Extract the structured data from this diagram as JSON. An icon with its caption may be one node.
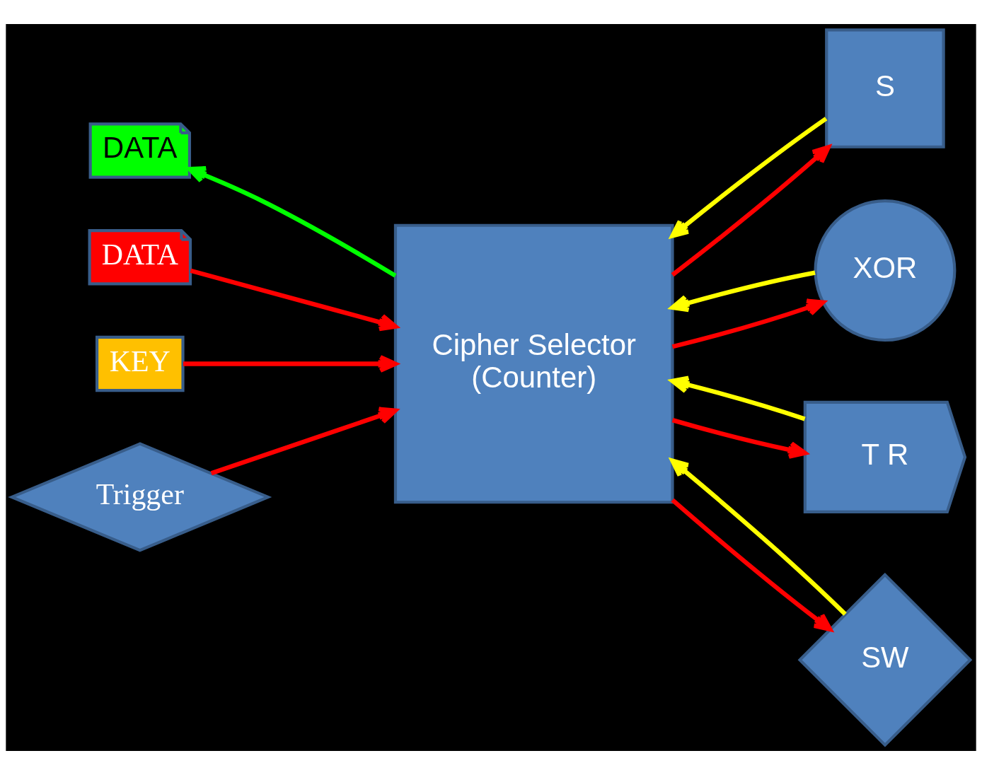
{
  "diagram": {
    "nodes": [
      {
        "text": [
          "DATA"
        ]
      },
      {
        "text": [
          "Cipher Selector",
          "(Counter)"
        ]
      },
      {
        "text": [
          "S"
        ]
      },
      {
        "text": [
          "XOR"
        ]
      },
      {
        "text": [
          "T R"
        ]
      },
      {
        "text": [
          "SW"
        ]
      },
      {
        "text": [
          "DATA"
        ]
      },
      {
        "text": [
          "KEY"
        ]
      },
      {
        "text": [
          "Trigger"
        ]
      }
    ],
    "edges": [
      {
        "from": 1,
        "to": 0,
        "arrow": "to",
        "color": "#00ff00"
      },
      {
        "from": 6,
        "to": 1,
        "arrow": "to"
      },
      {
        "from": 7,
        "to": 1,
        "arrow": "to"
      },
      {
        "from": 8,
        "to": 1,
        "arrow": "to"
      },
      {
        "from": 1,
        "to": 2,
        "arrow": "to"
      },
      {
        "from": 1,
        "to": 3,
        "arrow": "to"
      },
      {
        "from": 1,
        "to": 4,
        "arrow": "to"
      },
      {
        "from": 1,
        "to": 5,
        "arrow": "to"
      },
      {
        "from": 2,
        "to": 1,
        "arrow": "to",
        "color": "#ffff00"
      },
      {
        "from": 3,
        "to": 1,
        "arrow": "to",
        "color": "#ffff00"
      },
      {
        "from": 4,
        "to": 1,
        "arrow": "to",
        "color": "#ffff00"
      },
      {
        "from": 5,
        "to": 1,
        "arrow": "to",
        "color": "#ffff00"
      }
    ]
  }
}
